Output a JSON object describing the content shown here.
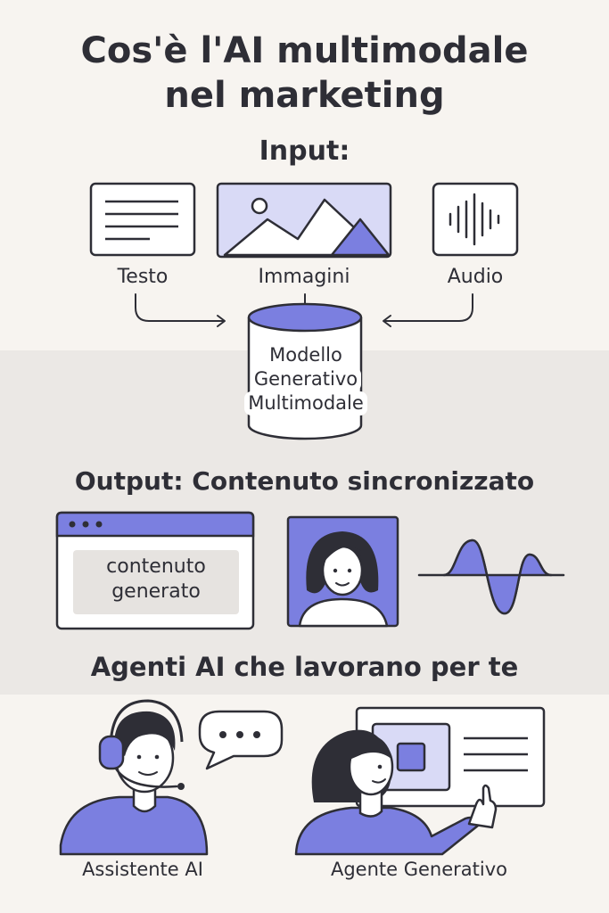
{
  "title_line1": "Cos'è l'AI multimodale",
  "title_line2": "nel marketing",
  "input": {
    "heading": "Input:",
    "text_label": "Testo",
    "images_label": "Immagini",
    "audio_label": "Audio"
  },
  "model": {
    "line1": "Modello",
    "line2": "Generativo",
    "line3": "Multimodale"
  },
  "output": {
    "heading": "Output: Contenuto sincronizzato",
    "generated_line1": "contenuto",
    "generated_line2": "generato"
  },
  "agents": {
    "heading": "Agenti AI che lavorano per te",
    "assistant_label": "Assistente AI",
    "generative_label": "Agente Generativo"
  },
  "colors": {
    "accent": "#7b7fe0",
    "accent_light": "#d9daf6",
    "ink": "#2e2e36",
    "background": "#f7f4f0",
    "band": "#ebe8e5"
  }
}
